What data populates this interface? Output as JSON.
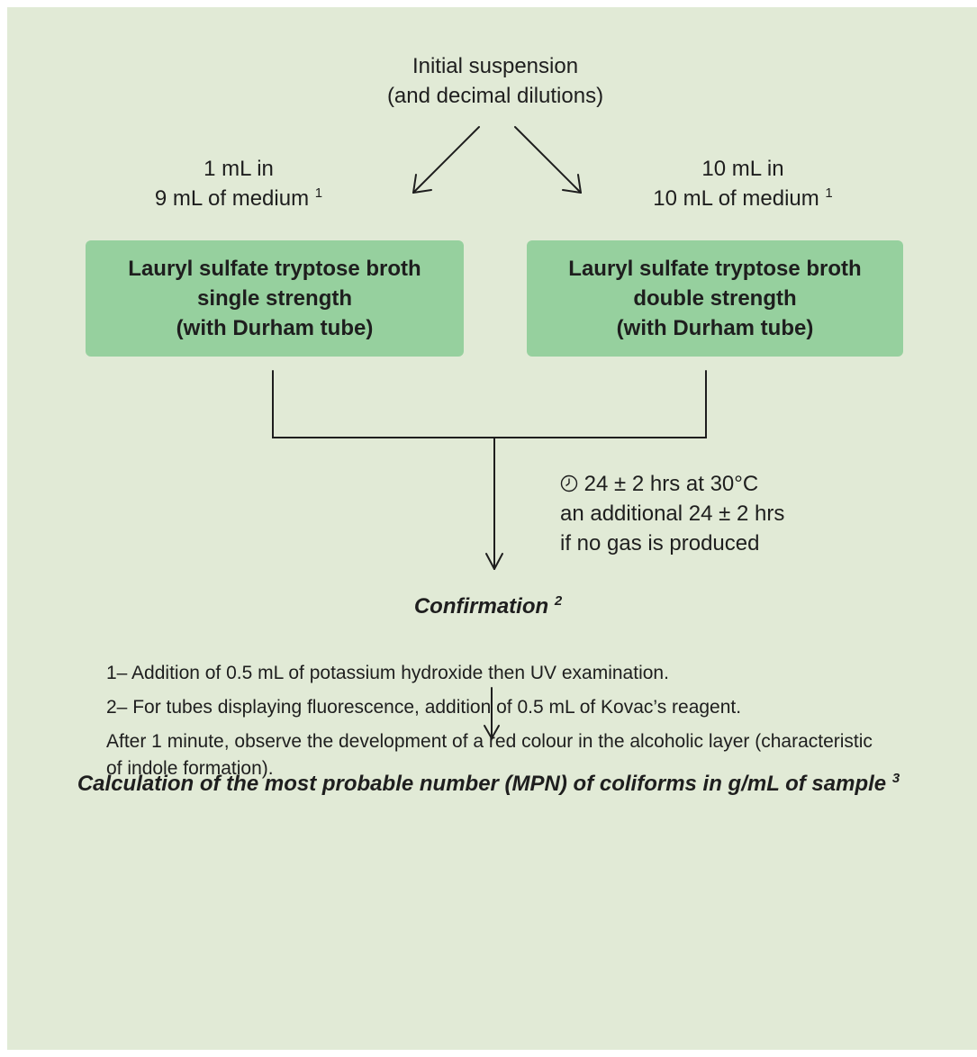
{
  "start": {
    "line1": "Initial suspension",
    "line2": "(and decimal dilutions)"
  },
  "left_label": {
    "line1": "1 mL in",
    "line2": "9 mL of medium",
    "sup": "1"
  },
  "right_label": {
    "line1": "10 mL in",
    "line2": "10 mL of medium",
    "sup": "1"
  },
  "left_box": {
    "line1": "Lauryl sulfate tryptose broth",
    "line2": "single strength",
    "line3": "(with Durham tube)"
  },
  "right_box": {
    "line1": "Lauryl sulfate tryptose broth",
    "line2": "double strength",
    "line3": "(with Durham tube)"
  },
  "incubation": {
    "icon": "clock-icon",
    "line1": "24 ± 2 hrs at 30°C",
    "line2": "an additional 24 ± 2 hrs",
    "line3": "if no gas is produced"
  },
  "confirmation": {
    "label": "Confirmation",
    "sup": "2"
  },
  "notes": [
    "1– Addition of 0.5 mL of potassium hydroxide then UV examination.",
    "2– For tubes displaying fluorescence, addition of 0.5 mL of Kovac’s reagent.",
    "After 1 minute, observe the development of a red colour in the alcoholic layer (characteristic of indole formation)."
  ],
  "calculation": {
    "label": "Calculation of the most probable number (MPN) of coliforms in g/mL of sample",
    "sup": "3"
  },
  "colors": {
    "background": "#e1ead6",
    "box": "#96d09e",
    "stroke": "#1e1e1e"
  }
}
